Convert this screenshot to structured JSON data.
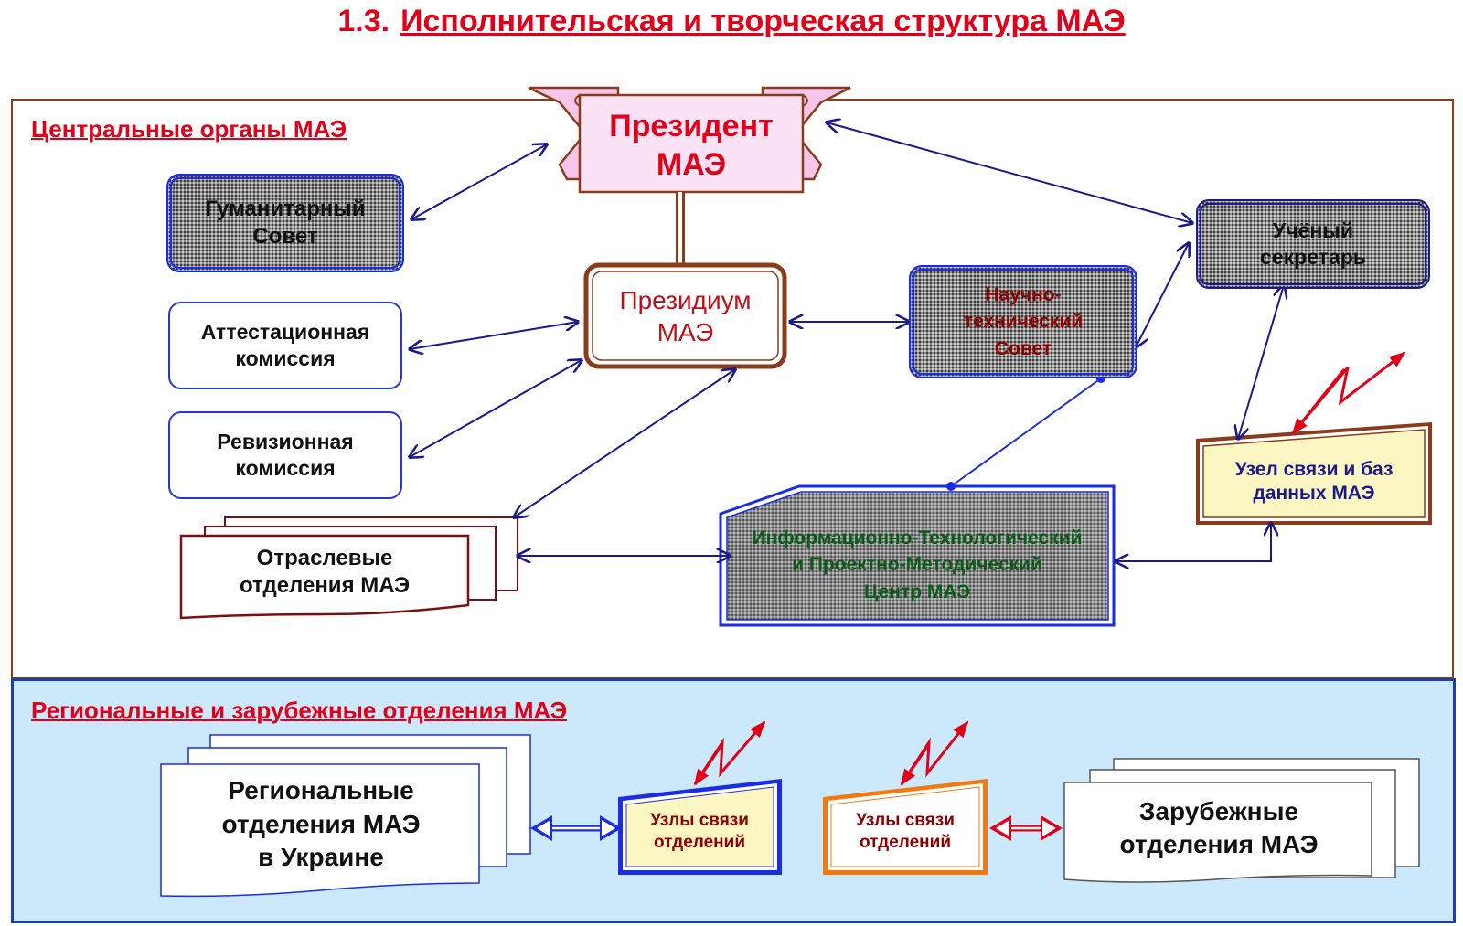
{
  "header": {
    "number": "1.3.",
    "title": "Исполнительская и творческая структура МАЭ"
  },
  "sections": {
    "central": "Центральные органы МАЭ",
    "regional": "Региональные и зарубежные отделения МАЭ"
  },
  "nodes": {
    "president": {
      "line1": "Президент",
      "line2": "МАЭ"
    },
    "presidium": {
      "line1": "Президиум",
      "line2": "МАЭ"
    },
    "humanitarian_council": {
      "line1": "Гуманитарный",
      "line2": "Совет"
    },
    "attestation_commission": {
      "line1": "Аттестационная",
      "line2": "комиссия"
    },
    "audit_commission": {
      "line1": "Ревизионная",
      "line2": "комиссия"
    },
    "branch_departments": {
      "line1": "Отраслевые",
      "line2": "отделения МАЭ"
    },
    "scientific_technical_council": {
      "line1": "Научно-",
      "line2": "технический",
      "line3": "Совет"
    },
    "scientific_secretary": {
      "line1": "Учёный",
      "line2": "секретарь"
    },
    "communication_node": {
      "line1": "Узел связи и баз",
      "line2": "данных МАЭ"
    },
    "it_center": {
      "line1": "Информационно-Технологический",
      "line2": "и Проектно-Методический",
      "line3": "Центр МАЭ"
    },
    "regional_departments": {
      "line1": "Региональные",
      "line2": "отделения МАЭ",
      "line3": "в Украине"
    },
    "regional_nodes": {
      "line1": "Узлы связи",
      "line2": "отделений"
    },
    "foreign_nodes": {
      "line1": "Узлы связи",
      "line2": "отделений"
    },
    "foreign_departments": {
      "line1": "Зарубежные",
      "line2": "отделения МАЭ"
    }
  },
  "colors": {
    "title_red": "#e0001a",
    "frame_brown": "#8a3b1a",
    "arrow_blue": "#1a1a8c",
    "arrow_bright_blue": "#1a2ee0",
    "regional_bg": "#cce9fb",
    "pink": "#f7c6ea",
    "cream": "#fbf6c2",
    "orange": "#f07a10",
    "dark_red_text": "#8b0000",
    "green_text": "#0b5a1a"
  }
}
